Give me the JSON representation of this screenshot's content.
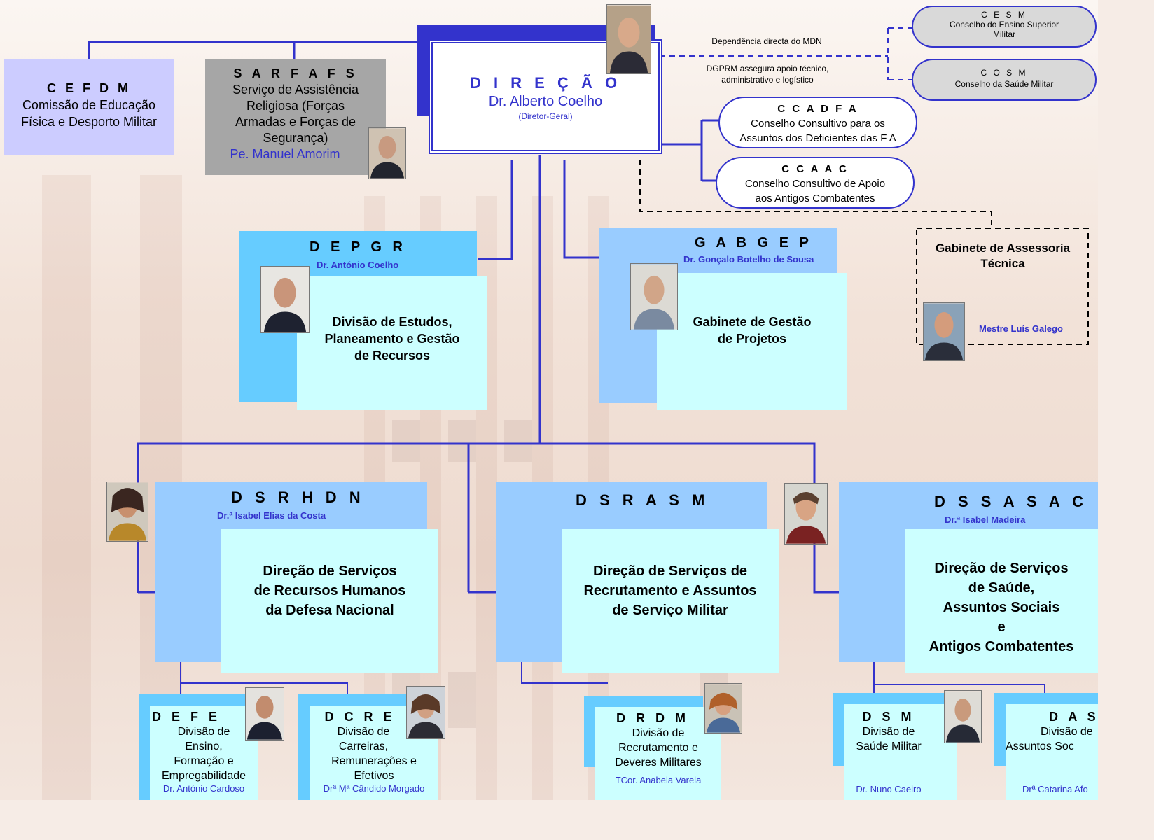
{
  "direcao": {
    "acronym": "D I R E Ç Ã O",
    "name": "Dr. Alberto Coelho",
    "role": "(Diretor-Geral)"
  },
  "notes": {
    "mdn": "Dependência directa do MDN",
    "dgprm_1": "DGPRM assegura apoio técnico,",
    "dgprm_2": "administrativo e logístico"
  },
  "cesm": {
    "acronym": "C E S M",
    "line1": "Conselho do Ensino Superior",
    "line2": "Militar"
  },
  "cosm": {
    "acronym": "C O S M",
    "line1": "Conselho da Saúde Militar"
  },
  "ccadfa": {
    "acronym": "C C A D F A",
    "line1": "Conselho Consultivo para os",
    "line2": "Assuntos dos Deficientes das F A"
  },
  "ccaac": {
    "acronym": "C C A A C",
    "line1": "Conselho Consultivo de Apoio",
    "line2": "aos Antigos Combatentes"
  },
  "cefdm": {
    "acronym": "C E F D M",
    "line1": "Comissão de Educação",
    "line2": "Física e Desporto Militar"
  },
  "sarfafs": {
    "acronym": "S A R F A F S",
    "line1": "Serviço de Assistência",
    "line2": "Religiosa (Forças",
    "line3": "Armadas e Forças de",
    "line4": "Segurança)",
    "person": "Pe. Manuel Amorim"
  },
  "depgr": {
    "acronym": "D E P G R",
    "person": "Dr. António Coelho",
    "line1": "Divisão de Estudos,",
    "line2": "Planeamento e Gestão",
    "line3": "de Recursos"
  },
  "gabgep": {
    "acronym": "G A B G E P",
    "person": "Dr. Gonçalo Botelho de Sousa",
    "line1": "Gabinete de Gestão",
    "line2": "de Projetos"
  },
  "gat": {
    "line1": "Gabinete de Assessoria",
    "line2": "Técnica",
    "person": "Mestre Luís Galego"
  },
  "dsrhdn": {
    "acronym": "D S R H D N",
    "person": "Dr.ª Isabel Elias da Costa",
    "line1": "Direção de Serviços",
    "line2": "de Recursos Humanos",
    "line3": "da Defesa Nacional"
  },
  "dsrasm": {
    "acronym": "D S R A S M",
    "line1": "Direção de Serviços de",
    "line2": "Recrutamento e Assuntos",
    "line3": "de Serviço Militar"
  },
  "dssasac": {
    "acronym": "D S S A S A C",
    "person": "Dr.ª Isabel Madeira",
    "line1": "Direção de Serviços",
    "line2": "de Saúde,",
    "line3": "Assuntos Sociais",
    "line4": "e",
    "line5": "Antigos Combatentes"
  },
  "defe": {
    "acronym": "D E F E",
    "line1": "Divisão de",
    "line2": "Ensino,",
    "line3": "Formação e",
    "line4": "Empregabilidade",
    "person": "Dr. António Cardoso"
  },
  "dcre": {
    "acronym": "D C R E",
    "line1": "Divisão de",
    "line2": "Carreiras,",
    "line3": "Remunerações e",
    "line4": "Efetivos",
    "person": "Drª Mª Cândido Morgado"
  },
  "drdm": {
    "acronym": "D R D M",
    "line1": "Divisão de",
    "line2": "Recrutamento e",
    "line3": "Deveres Militares",
    "person": "TCor. Anabela Varela"
  },
  "dsm": {
    "acronym": "D S M",
    "line1": "Divisão de",
    "line2": "Saúde Militar",
    "person": "Dr. Nuno Caeiro"
  },
  "das": {
    "acronym": "D A S",
    "line1": "Divisão de",
    "line2": "Assuntos Soc",
    "person": "Drª Catarina Afo"
  },
  "colors": {
    "line": "#3333cc",
    "lightblue": "#99ccff",
    "skyblue": "#66ccff",
    "cyan": "#ccffff",
    "lavender": "#ccccff",
    "gray": "#a6a6a6"
  }
}
